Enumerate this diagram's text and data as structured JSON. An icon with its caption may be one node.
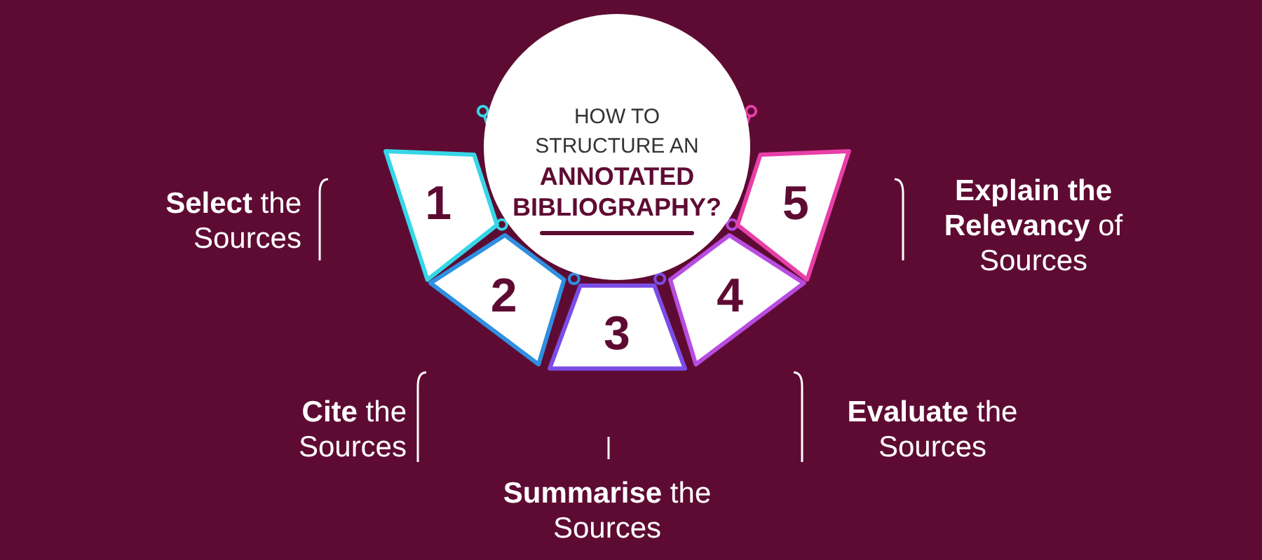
{
  "diagram": {
    "nodes": [
      {
        "text": [
          "HOW TO STRUCTURE AN",
          "ANNOTATED BIBLIOGRAPHY?"
        ]
      },
      {
        "text": [
          "1"
        ],
        "beside": [
          "**Select** the Sources"
        ]
      },
      {
        "text": [
          "2"
        ],
        "beside": [
          "**Cite** the Sources"
        ]
      },
      {
        "text": [
          "3"
        ],
        "beside": [
          "**Summarise** the Sources"
        ]
      },
      {
        "text": [
          "4"
        ],
        "beside": [
          "**Evaluate** the Sources"
        ]
      },
      {
        "text": [
          "5"
        ],
        "beside": [
          "**Explain the Relevancy** of Sources"
        ]
      }
    ]
  }
}
